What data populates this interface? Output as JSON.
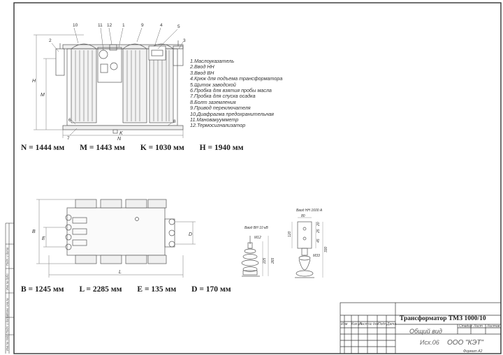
{
  "legend": [
    "1.Маслоуказатель",
    "2.Ввод НН",
    "3.Ввод ВН",
    "4.Крюк для подъема трансформатора",
    "5.Щиток заводской",
    "6.Пробка для взятия пробы масла",
    "7.Пробка для спуска осадка",
    "8.Болт заземления",
    "9.Привод переключателя",
    "10.Диафрагма предохранительная",
    "11.Мановакуумметр",
    "12.Термосигнализатор"
  ],
  "callouts_top": [
    "10",
    "11",
    "12",
    "1",
    "9",
    "4",
    "5"
  ],
  "callouts_side": {
    "left": "2",
    "right": "3",
    "bottom_left_7": "7",
    "bottom_left_6": "6",
    "bottom_right": "8"
  },
  "axis_letters": {
    "H": "H",
    "M": "M",
    "K": "K",
    "N": "N",
    "B": "B",
    "E": "E",
    "D": "D",
    "L": "L"
  },
  "dims_row1": [
    "N = 1444 мм",
    "M = 1443 мм",
    "K = 1030 мм",
    "H = 1940 мм"
  ],
  "dims_row2": [
    "B = 1245 мм",
    "L = 2285 мм",
    "E = 135 мм",
    "D = 170 мм"
  ],
  "bushing_hv": {
    "title": "Ввод ВН 10 кВ",
    "thread": "M12",
    "d1": "225",
    "d2": "265"
  },
  "bushing_lv": {
    "title": "Ввод НН 1600 А",
    "w": "80",
    "d1": "25",
    "d2": "45",
    "d3": "20",
    "h": "330",
    "h2": "120",
    "thread": "M33"
  },
  "title_block": {
    "title": "Трансформатор ТМЗ 1000/10",
    "view": "Общий вид",
    "company": "ООО \"КЭТ\"",
    "stamp": "Исх.06",
    "format": "Формат  А2",
    "cols": [
      "Изм",
      "Кол.уч",
      "Лист",
      "№ док",
      "Подп.",
      "Дата"
    ],
    "stage_cols": [
      "Стадия",
      "Лист",
      "Листов"
    ]
  },
  "side_strip": [
    "Инв.№ подл.",
    "Подп. и дата",
    "Взам. инв.№",
    "Инв.№ дубл.",
    "Подп. и дата"
  ]
}
